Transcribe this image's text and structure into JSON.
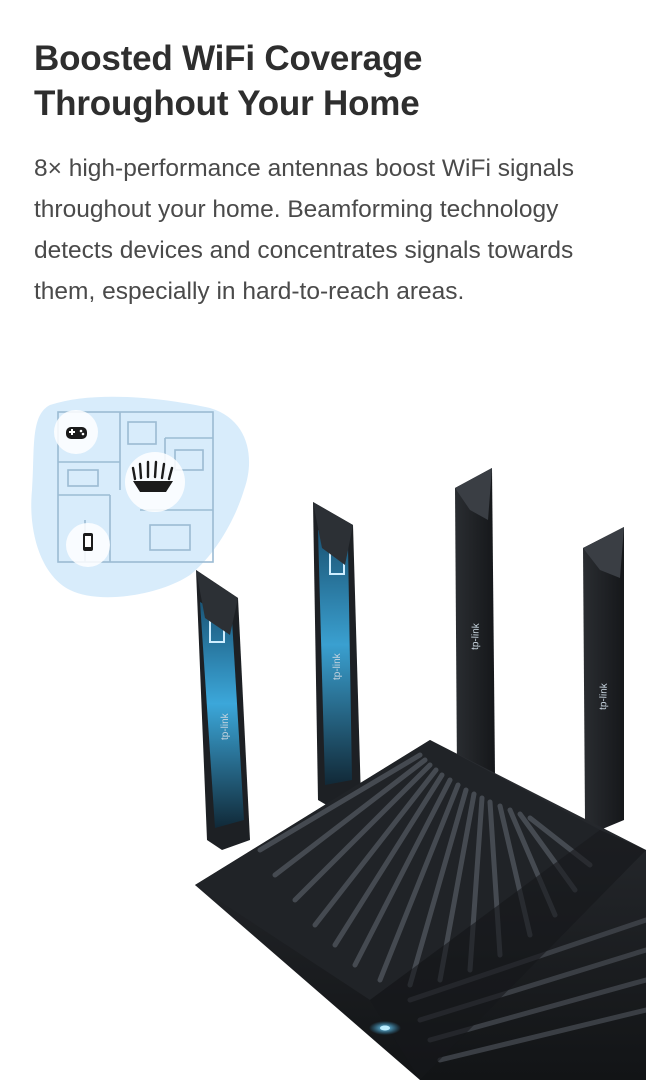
{
  "header": {
    "title_line1": "Boosted WiFi Coverage",
    "title_line2": "Throughout Your Home"
  },
  "body": {
    "description": "8× high-performance antennas boost WiFi signals throughout your home. Beamforming technology detects devices and concentrates signals towards them, especially in hard-to-reach areas."
  },
  "illustration": {
    "antenna_brand": "tp-link",
    "icons": [
      "gamepad-icon",
      "router-icon",
      "phone-icon"
    ],
    "colors": {
      "accent_blue": "#3fb6ee",
      "router_body": "#1d1f22",
      "floorplan_bg": "#d8ecfb"
    }
  }
}
